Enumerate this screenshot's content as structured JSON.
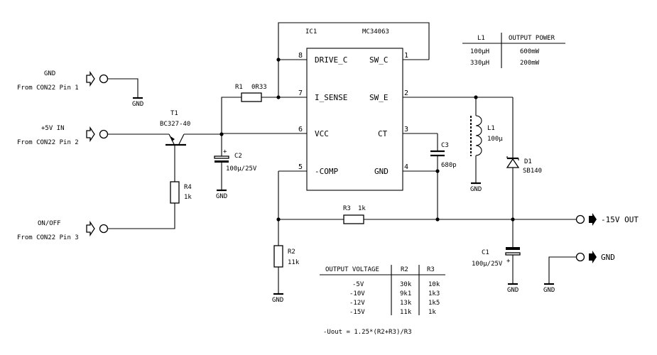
{
  "ic": {
    "ref": "IC1",
    "part": "MC34063",
    "pins_left": [
      {
        "num": "8",
        "name": "DRIVE_C"
      },
      {
        "num": "7",
        "name": "I_SENSE"
      },
      {
        "num": "6",
        "name": "VCC"
      },
      {
        "num": "5",
        "name": "-COMP"
      }
    ],
    "pins_right": [
      {
        "num": "1",
        "name": "SW_C"
      },
      {
        "num": "2",
        "name": "SW_E"
      },
      {
        "num": "3",
        "name": "CT"
      },
      {
        "num": "4",
        "name": "GND"
      }
    ]
  },
  "inputs": {
    "gnd": {
      "label": "GND",
      "source": "From CON22 Pin 1"
    },
    "vin": {
      "label": "+5V IN",
      "source": "From CON22 Pin 2"
    },
    "onoff": {
      "label": "ON/OFF",
      "source": "From CON22 Pin 3"
    }
  },
  "outputs": {
    "vout": "-15V OUT",
    "gnd": "GND"
  },
  "components": {
    "t1": {
      "ref": "T1",
      "value": "BC327-40"
    },
    "r1": {
      "ref": "R1",
      "value": "0R33"
    },
    "r4": {
      "ref": "R4",
      "value": "1k"
    },
    "c2": {
      "ref": "C2",
      "value": "100µ/25V"
    },
    "c3": {
      "ref": "C3",
      "value": "680p"
    },
    "l1": {
      "ref": "L1",
      "value": "100µ"
    },
    "d1": {
      "ref": "D1",
      "value": "SB140"
    },
    "r3": {
      "ref": "R3",
      "value": "1k"
    },
    "r2": {
      "ref": "R2",
      "value": "11k"
    },
    "c1": {
      "ref": "C1",
      "value": "100µ/25V"
    }
  },
  "gnd_label": "GND",
  "plus_sign": "+",
  "power_table": {
    "headers": [
      "L1",
      "OUTPUT POWER"
    ],
    "rows": [
      [
        "100µH",
        "600mW"
      ],
      [
        "330µH",
        "200mW"
      ]
    ]
  },
  "voltage_table": {
    "headers": [
      "OUTPUT VOLTAGE",
      "R2",
      "R3"
    ],
    "rows": [
      [
        "-5V",
        "30k",
        "10k"
      ],
      [
        "-10V",
        "9k1",
        "1k3"
      ],
      [
        "-12V",
        "13k",
        "1k5"
      ],
      [
        "-15V",
        "11k",
        "1k"
      ]
    ]
  },
  "formula": "-Uout = 1.25*(R2+R3)/R3"
}
